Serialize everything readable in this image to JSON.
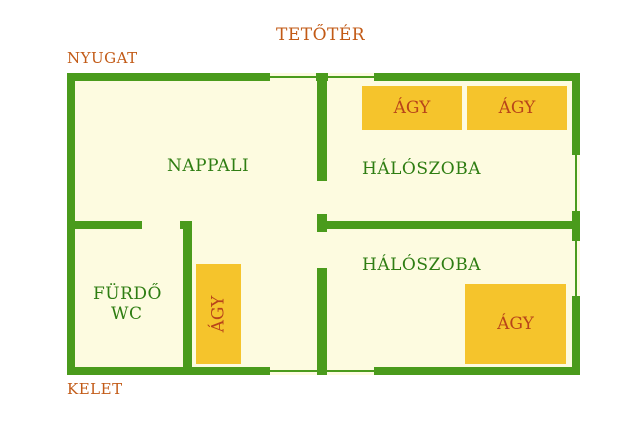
{
  "compass": {
    "top": "TETŐTÉR",
    "top_left": "NYUGAT",
    "bottom_left": "KELET"
  },
  "rooms": {
    "living": "NAPPALI",
    "bedroom_top": "HÁLÓSZOBA",
    "bedroom_bottom": "HÁLÓSZOBA",
    "bath_line1": "FÜRDŐ",
    "bath_line2": "WC"
  },
  "beds": {
    "top_left": "ÁGY",
    "top_right": "ÁGY",
    "bottom_right": "ÁGY",
    "vertical": "ÁGY"
  },
  "colors": {
    "wall": "#4a9b1c",
    "floor": "#fdfbe0",
    "bed": "#f5c42c",
    "bed_text": "#b8441a",
    "room_text": "#2e7d12",
    "compass_text": "#c25a16"
  }
}
